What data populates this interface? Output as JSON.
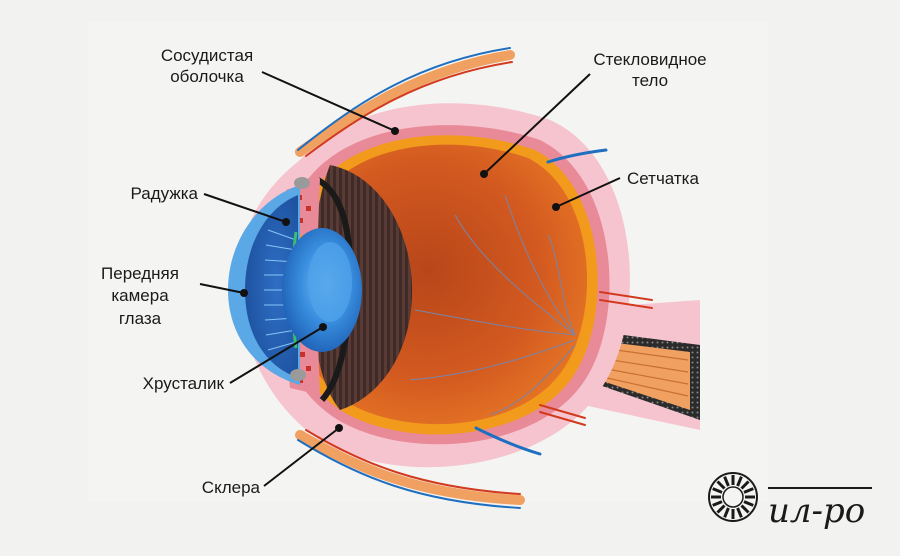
{
  "labels": {
    "choroid": [
      "Сосудистая",
      "оболочка"
    ],
    "vitreous": [
      "Стекловидное",
      "тело"
    ],
    "iris": "Радужка",
    "retina": "Сетчатка",
    "anterior_chamber": [
      "Передняя",
      "камера",
      "глаза"
    ],
    "lens": "Хрусталик",
    "sclera": "Склера"
  },
  "logo": {
    "wordmark": "ил-ро"
  },
  "colors": {
    "background": "#f2f2f0",
    "sclera": "#f6c4cf",
    "choroid": "#e88a98",
    "retina": "#f29a1c",
    "vitreous": "#d4541e",
    "cornea": "#5aa8e6",
    "lens": "#2a7fd6",
    "ciliary": "#3a2a28",
    "nerve": "#f0a060",
    "vessel_blue": "#1f6fc0",
    "vessel_red": "#d23a1e",
    "leader": "#111111"
  }
}
